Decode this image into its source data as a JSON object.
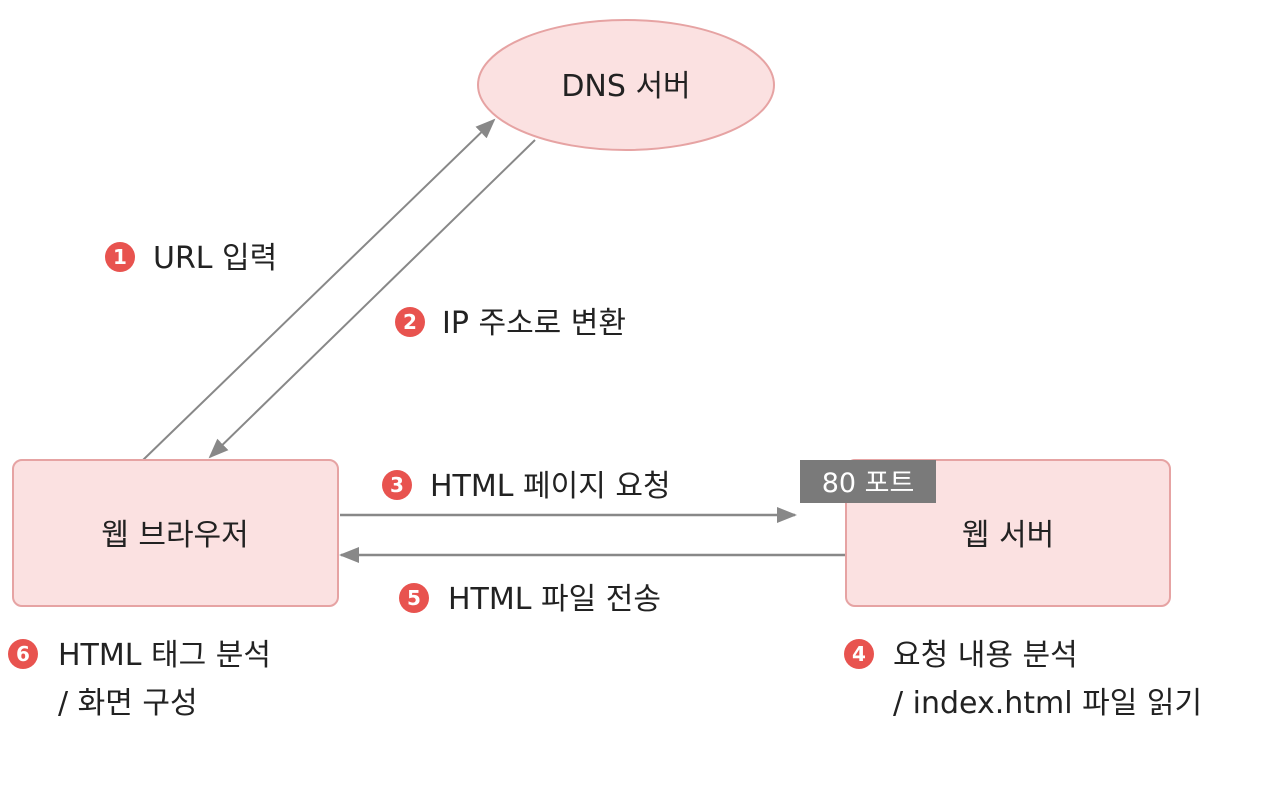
{
  "nodes": {
    "dns": "DNS 서버",
    "browser": "웹 브라우저",
    "server": "웹 서버",
    "port": "80 포트"
  },
  "steps": [
    {
      "num": "1",
      "label": "URL 입력"
    },
    {
      "num": "2",
      "label": "IP 주소로 변환"
    },
    {
      "num": "3",
      "label": "HTML 페이지 요청"
    },
    {
      "num": "4",
      "label": "요청 내용 분석",
      "label2": "/ index.html 파일 읽기"
    },
    {
      "num": "5",
      "label": "HTML 파일 전송"
    },
    {
      "num": "6",
      "label": "HTML 태그 분석",
      "label2": "/ 화면 구성"
    }
  ],
  "colors": {
    "node_fill": "#fbe1e1",
    "node_stroke": "#e6a3a3",
    "badge": "#e8534f",
    "arrow": "#888888",
    "port_bg": "#7a7a7a"
  }
}
